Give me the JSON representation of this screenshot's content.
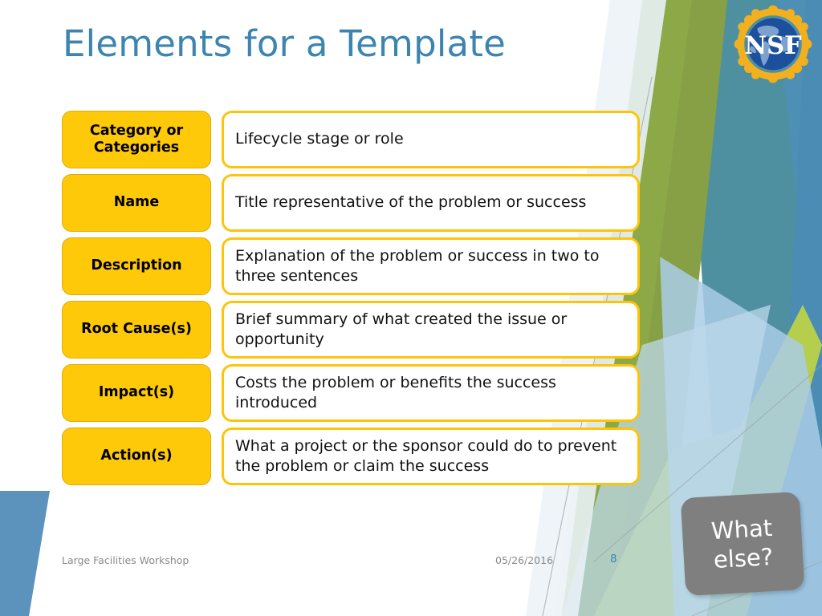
{
  "slide": {
    "title": "Elements for a Template",
    "title_color": "#3d85b0",
    "accent_gold": "#fec909",
    "background_colors": {
      "olive": "#8ca847",
      "light_green": "#b5ce4e",
      "teal": "#4e90a0",
      "steel_blue": "#4e8fb5",
      "pale_blue": "#b9d5e8",
      "very_pale": "#e8f0f5"
    }
  },
  "logo": {
    "name": "nsf-logo",
    "text": "NSF",
    "globe_color": "#1c4f9c",
    "ring_color": "#f2b01e"
  },
  "rows": [
    {
      "label": "Category or Categories",
      "description": "Lifecycle stage or role"
    },
    {
      "label": "Name",
      "description": "Title representative of the problem or success"
    },
    {
      "label": "Description",
      "description": "Explanation of the problem or success in two to three sentences"
    },
    {
      "label": "Root Cause(s)",
      "description": "Brief summary of what created the issue or opportunity"
    },
    {
      "label": "Impact(s)",
      "description": "Costs the problem or benefits the success introduced"
    },
    {
      "label": "Action(s)",
      "description": "What a project or the sponsor could do to prevent the problem or claim the success"
    }
  ],
  "callout": {
    "line1": "What",
    "line2": "else?",
    "background": "#7f7f7f"
  },
  "footer": {
    "workshop": "Large Facilities Workshop",
    "date": "05/26/2016",
    "page_number": "8"
  }
}
